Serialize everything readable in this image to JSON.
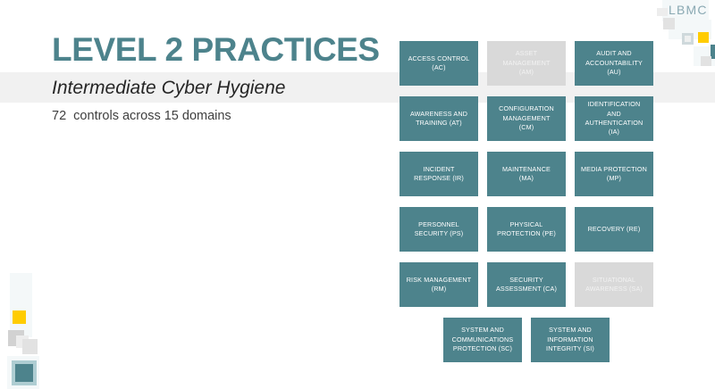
{
  "slide": {
    "title": "LEVEL 2 PRACTICES",
    "subtitle": "Intermediate Cyber Hygiene",
    "body_line": "72  controls across 15 domains",
    "logo_text": "LBMC"
  },
  "colors": {
    "teal": "#4d838c",
    "grey_tile": "#d9d9d9",
    "band": "#f1f1f1",
    "yellow": "#ffcc00",
    "title_text": "#4d838c",
    "tile_text": "#ffffff",
    "grey_tile_text": "#f2f2f2"
  },
  "domains": [
    {
      "label": "ACCESS CONTROL (AC)",
      "lines": [
        "ACCESS CONTROL",
        "(AC)"
      ],
      "style": "teal",
      "row": 1,
      "col": 1
    },
    {
      "label": "ASSET MANAGEMENT (AM)",
      "lines": [
        "ASSET",
        "MANAGEMENT",
        "(AM)"
      ],
      "style": "grey",
      "row": 1,
      "col": 2
    },
    {
      "label": "AUDIT AND ACCOUNTABILITY (AU)",
      "lines": [
        "AUDIT AND",
        "ACCOUNTABILITY",
        "(AU)"
      ],
      "style": "teal",
      "row": 1,
      "col": 3
    },
    {
      "label": "AWARENESS AND TRAINING (AT)",
      "lines": [
        "AWARENESS AND",
        "TRAINING (AT)"
      ],
      "style": "teal",
      "row": 2,
      "col": 1
    },
    {
      "label": "CONFIGURATION MANAGEMENT (CM)",
      "lines": [
        "CONFIGURATION",
        "MANAGEMENT",
        "(CM)"
      ],
      "style": "teal",
      "row": 2,
      "col": 2
    },
    {
      "label": "IDENTIFICATION AND AUTHENTICATION (IA)",
      "lines": [
        "IDENTIFICATION",
        "AND",
        "AUTHENTICATION",
        "(IA)"
      ],
      "style": "teal",
      "row": 2,
      "col": 3
    },
    {
      "label": "INCIDENT RESPONSE (IR)",
      "lines": [
        "INCIDENT",
        "RESPONSE (IR)"
      ],
      "style": "teal",
      "row": 3,
      "col": 1
    },
    {
      "label": "MAINTENANCE (MA)",
      "lines": [
        "MAINTENANCE",
        "(MA)"
      ],
      "style": "teal",
      "row": 3,
      "col": 2
    },
    {
      "label": "MEDIA PROTECTION (MP)",
      "lines": [
        "MEDIA PROTECTION",
        "(MP)"
      ],
      "style": "teal",
      "row": 3,
      "col": 3
    },
    {
      "label": "PERSONNEL SECURITY (PS)",
      "lines": [
        "PERSONNEL",
        "SECURITY (PS)"
      ],
      "style": "teal",
      "row": 4,
      "col": 1
    },
    {
      "label": "PHYSICAL PROTECTION (PE)",
      "lines": [
        "PHYSICAL",
        "PROTECTION (PE)"
      ],
      "style": "teal",
      "row": 4,
      "col": 2
    },
    {
      "label": "RECOVERY (RE)",
      "lines": [
        "RECOVERY (RE)"
      ],
      "style": "teal",
      "row": 4,
      "col": 3
    },
    {
      "label": "RISK MANAGEMENT (RM)",
      "lines": [
        "RISK MANAGEMENT",
        "(RM)"
      ],
      "style": "teal",
      "row": 5,
      "col": 1
    },
    {
      "label": "SECURITY ASSESSMENT (CA)",
      "lines": [
        "SECURITY",
        "ASSESSMENT (CA)"
      ],
      "style": "teal",
      "row": 5,
      "col": 2
    },
    {
      "label": "SITUATIONAL AWARENESS (SA)",
      "lines": [
        "SITUATIONAL",
        "AWARENESS (SA)"
      ],
      "style": "grey",
      "row": 5,
      "col": 3
    },
    {
      "label": "SYSTEM AND COMMUNICATIONS PROTECTION (SC)",
      "lines": [
        "SYSTEM AND",
        "COMMUNICATIONS",
        "PROTECTION (SC)"
      ],
      "style": "teal",
      "row": 6,
      "col": 1
    },
    {
      "label": "SYSTEM AND INFORMATION INTEGRITY (SI)",
      "lines": [
        "SYSTEM AND",
        "INFORMATION",
        "INTEGRITY (SI)"
      ],
      "style": "teal",
      "row": 6,
      "col": 2
    }
  ]
}
